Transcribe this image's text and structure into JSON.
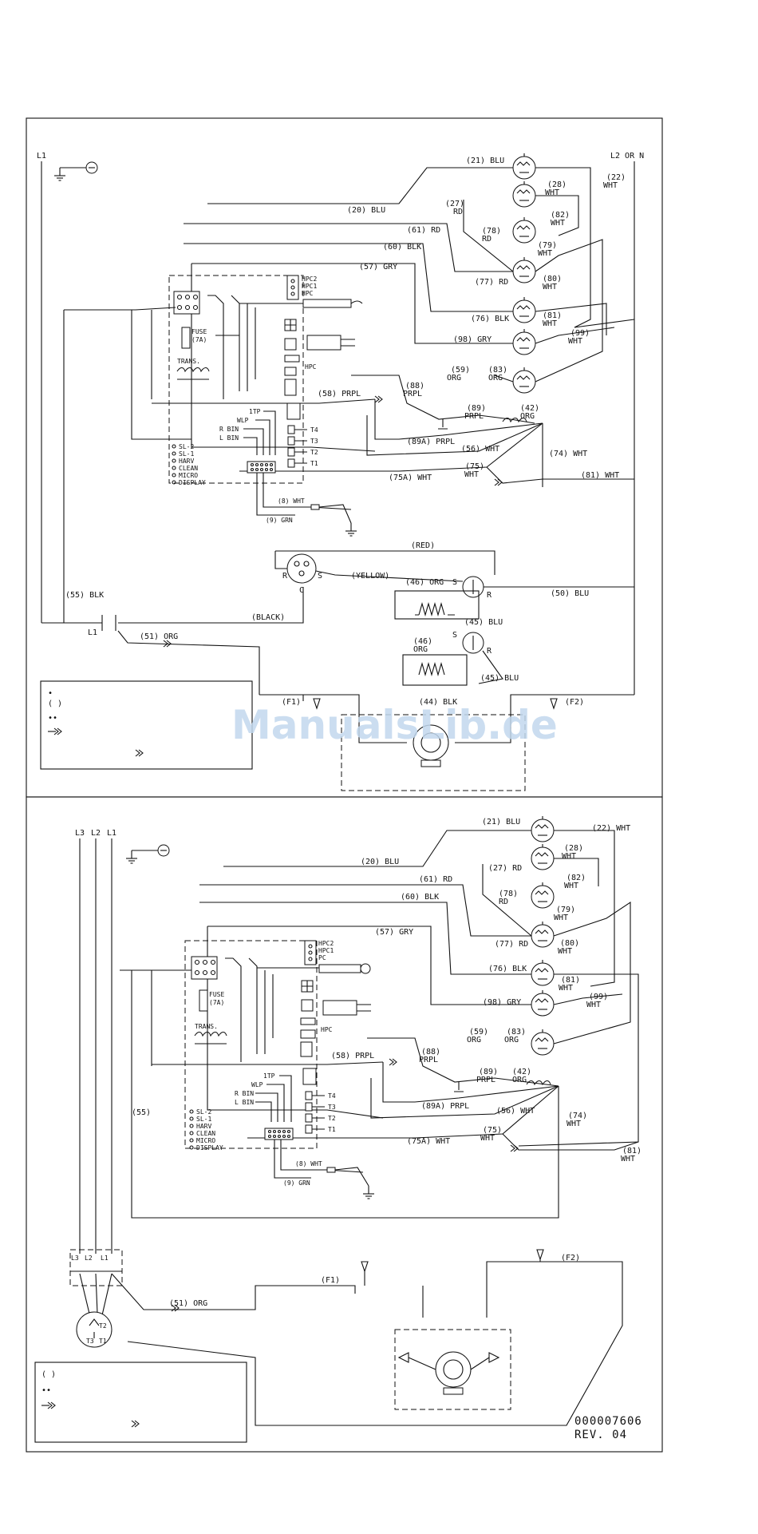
{
  "diagram_1": {
    "terminals": {
      "line1": "L1",
      "line2": "L2 OR N",
      "l1_contact": "L1"
    },
    "wires": {
      "w21": "(21) BLU",
      "w22": "(22)",
      "w22b": "WHT",
      "w20": "(20) BLU",
      "w28": "(28)",
      "w28b": "WHT",
      "w27": "(27)",
      "w27b": "RD",
      "w61": "(61) RD",
      "w82": "(82)",
      "w82b": "WHT",
      "w78": "(78)",
      "w78b": "RD",
      "w79": "(79)",
      "w79b": "WHT",
      "w60": "(60) BLK",
      "w57": "(57) GRY",
      "w77": "(77) RD",
      "w80": "(80)",
      "w80b": "WHT",
      "w76": "(76) BLK",
      "w81": "(81)",
      "w81b": "WHT",
      "w99": "(99)",
      "w99b": "WHT",
      "w98": "(98) GRY",
      "w59": "(59)",
      "w59b": "ORG",
      "w83": "(83)",
      "w83b": "ORG",
      "w58": "(58) PRPL",
      "w88": "(88)",
      "w88b": "PRPL",
      "w89": "(89)",
      "w89b": "PRPL",
      "w42": "(42)",
      "w42b": "ORG",
      "w89a": "(89A) PRPL",
      "w56": "(56) WHT",
      "w74": "(74) WHT",
      "w75": "(75)",
      "w75b": "WHT",
      "w75a": "(75A) WHT",
      "w81c": "(81) WHT",
      "w8": "(8) WHT",
      "w9": "(9) GRN",
      "red": "(RED)",
      "yellow": "(YELLOW)",
      "w46": "(46) ORG",
      "w50": "(50) BLU",
      "w45": "(45) BLU",
      "w46b": "(46)",
      "w46c": "ORG",
      "w45b": "(45) BLU",
      "w55": "(55) BLK",
      "black": "(BLACK)",
      "w51": "(51) ORG",
      "f1": "(F1)",
      "f2": "(F2)",
      "w44": "(44) BLK"
    },
    "board": {
      "fuse": "FUSE",
      "fuse_rating": "(7A)",
      "trans": "TRANS.",
      "hpc": "HPC",
      "pins_left": [
        "1TP",
        "WLP",
        "R BIN",
        "L BIN"
      ],
      "pins_right": [
        "T4",
        "T3",
        "T2",
        "T1"
      ],
      "sensor_tags": [
        "HPC2",
        "HPC1",
        "HPC"
      ],
      "display_list": [
        "SL-2",
        "SL-1",
        "HARV",
        "CLEAN",
        "MICRO",
        "DISPLAY"
      ]
    },
    "compressor": {
      "run": "R",
      "common": "C",
      "start": "S",
      "s_term": "S",
      "r_term": "R",
      "s2": "S",
      "r2": "R"
    },
    "legend": {
      "dot": "•",
      "parens": "( )",
      "dots": "••"
    }
  },
  "diagram_2": {
    "terminals": {
      "l3": "L3",
      "l2": "L2",
      "l1": "L1",
      "b3": "L3",
      "b2": "L2",
      "b1": "L1",
      "t1": "T1",
      "t2": "T2",
      "t3": "T3"
    },
    "wires": {
      "w21": "(21) BLU",
      "w22": "(22) WHT",
      "w20": "(20) BLU",
      "w28": "(28)",
      "w28b": "WHT",
      "w27": "(27) RD",
      "w61": "(61) RD",
      "w82": "(82)",
      "w82b": "WHT",
      "w78": "(78)",
      "w78b": "RD",
      "w79": "(79)",
      "w79b": "WHT",
      "w60": "(60) BLK",
      "w57": "(57) GRY",
      "w77": "(77) RD",
      "w80": "(80)",
      "w80b": "WHT",
      "w76": "(76) BLK",
      "w81": "(81)",
      "w81b": "WHT",
      "w99": "(99)",
      "w99b": "WHT",
      "w98": "(98) GRY",
      "w59": "(59)",
      "w59b": "ORG",
      "w83": "(83)",
      "w83b": "ORG",
      "w58": "(58) PRPL",
      "w88": "(88)",
      "w88b": "PRPL",
      "w89": "(89)",
      "w89b": "PRPL",
      "w42": "(42)",
      "w42b": "ORG",
      "w89a": "(89A) PRPL",
      "w56": "(56) WHT",
      "w74": "(74)",
      "w74b": "WHT",
      "w75": "(75)",
      "w75b": "WHT",
      "w75a": "(75A) WHT",
      "w81c": "(81)",
      "w81d": "WHT",
      "w55": "(55)",
      "w8": "(8) WHT",
      "w9": "(9) GRN",
      "f1": "(F1)",
      "f2": "(F2)",
      "w51": "(51) ORG"
    },
    "board": {
      "fuse": "FUSE",
      "fuse_rating": "(7A)",
      "trans": "TRANS.",
      "hpc": "HPC",
      "pins_left": [
        "1TP",
        "WLP",
        "R BIN",
        "L BIN"
      ],
      "pins_right": [
        "T4",
        "T3",
        "T2",
        "T1"
      ],
      "sensor_tags": [
        "HPC2",
        "HPC1",
        "PC"
      ],
      "display_list": [
        "SL-2",
        "SL-1",
        "HARV",
        "CLEAN",
        "MICRO",
        "DISPLAY"
      ]
    },
    "legend": {
      "parens": "( )",
      "dots": "••"
    }
  },
  "footer": {
    "drawing_number": "000007606",
    "revision": "REV. 04"
  },
  "watermark": "ManualsLib.de"
}
